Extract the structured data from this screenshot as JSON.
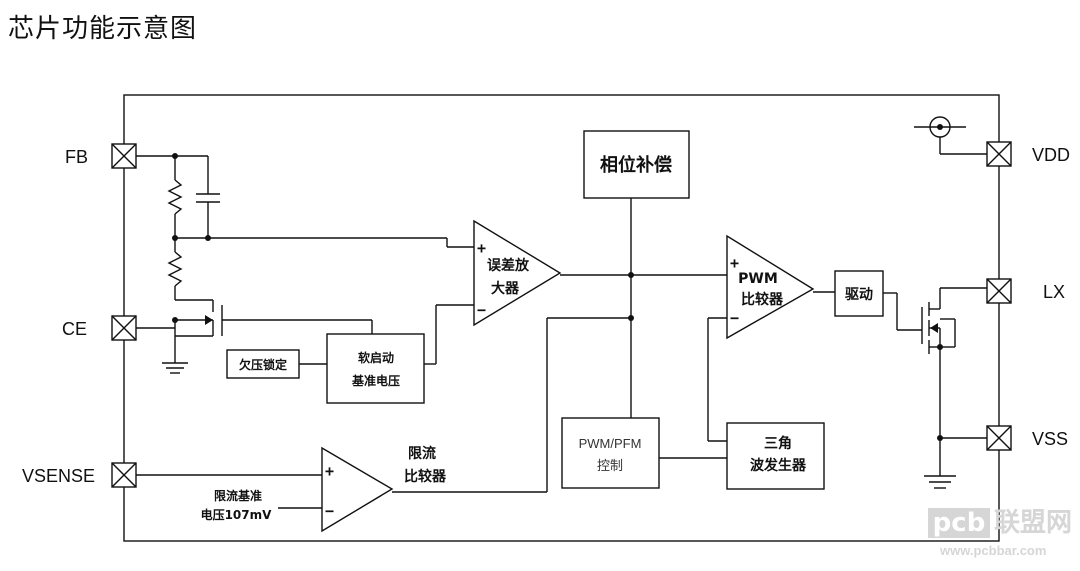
{
  "title": "芯片功能示意图",
  "pins": {
    "fb": "FB",
    "ce": "CE",
    "vsense": "VSENSE",
    "vdd": "VDD",
    "lx": "LX",
    "vss": "VSS"
  },
  "blocks": {
    "phase_comp": "相位补偿",
    "err_amp_1": "误差放",
    "err_amp_2": "大器",
    "pwm_cmp_1": "PWM",
    "pwm_cmp_2": "比较器",
    "driver": "驱动",
    "uvlo": "欠压锁定",
    "soft_start_1": "软启动",
    "soft_start_2": "基准电压",
    "limit_cmp_1": "限流",
    "limit_cmp_2": "比较器",
    "limit_ref_1": "限流基准",
    "limit_ref_2": "电压107mV",
    "pwm_pfm_1": "PWM/PFM",
    "pwm_pfm_2": "控制",
    "tri_gen_1": "三角",
    "tri_gen_2": "波发生器"
  },
  "signs": {
    "plus": "+",
    "minus": "−"
  },
  "watermark": {
    "logo": "pcb",
    "brand": "联盟网",
    "url": "www.pcbbar.com"
  }
}
